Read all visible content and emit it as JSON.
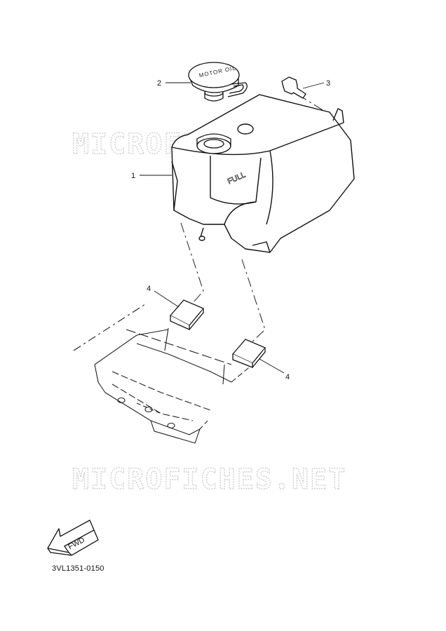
{
  "watermark": "MICROFICHES.NET",
  "callouts": [
    {
      "id": "1",
      "label": "1"
    },
    {
      "id": "2",
      "label": "2"
    },
    {
      "id": "3",
      "label": "3"
    },
    {
      "id": "4a",
      "label": "4"
    },
    {
      "id": "4b",
      "label": "4"
    }
  ],
  "tank_marking": "FULL",
  "cap_text": "MOTOR OIL",
  "fwd_label": "FWD",
  "part_number": "3VL1351-0150"
}
